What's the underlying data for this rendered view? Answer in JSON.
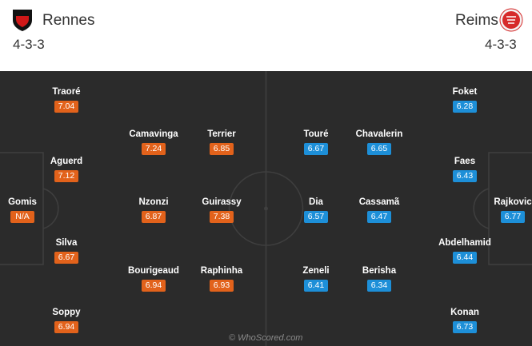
{
  "home": {
    "name": "Rennes",
    "formation": "4-3-3",
    "players": [
      {
        "name": "Gomis",
        "rating": "N/A"
      },
      {
        "name": "Traoré",
        "rating": "7.04"
      },
      {
        "name": "Aguerd",
        "rating": "7.12"
      },
      {
        "name": "Silva",
        "rating": "6.67"
      },
      {
        "name": "Soppy",
        "rating": "6.94"
      },
      {
        "name": "Camavinga",
        "rating": "7.24"
      },
      {
        "name": "Nzonzi",
        "rating": "6.87"
      },
      {
        "name": "Bourigeaud",
        "rating": "6.94"
      },
      {
        "name": "Terrier",
        "rating": "6.85"
      },
      {
        "name": "Guirassy",
        "rating": "7.38"
      },
      {
        "name": "Raphinha",
        "rating": "6.93"
      }
    ]
  },
  "away": {
    "name": "Reims",
    "formation": "4-3-3",
    "players": [
      {
        "name": "Rajkovic",
        "rating": "6.77"
      },
      {
        "name": "Foket",
        "rating": "6.28"
      },
      {
        "name": "Faes",
        "rating": "6.43"
      },
      {
        "name": "Abdelhamid",
        "rating": "6.44"
      },
      {
        "name": "Konan",
        "rating": "6.73"
      },
      {
        "name": "Chavalerin",
        "rating": "6.65"
      },
      {
        "name": "Cassamã",
        "rating": "6.47"
      },
      {
        "name": "Berisha",
        "rating": "6.34"
      },
      {
        "name": "Touré",
        "rating": "6.67"
      },
      {
        "name": "Dia",
        "rating": "6.57"
      },
      {
        "name": "Zeneli",
        "rating": "6.41"
      }
    ]
  },
  "watermark": "© WhoScored.com",
  "colors": {
    "home_rating": "#e2621b",
    "away_rating": "#1d8fd8",
    "pitch": "#2b2b2b"
  }
}
